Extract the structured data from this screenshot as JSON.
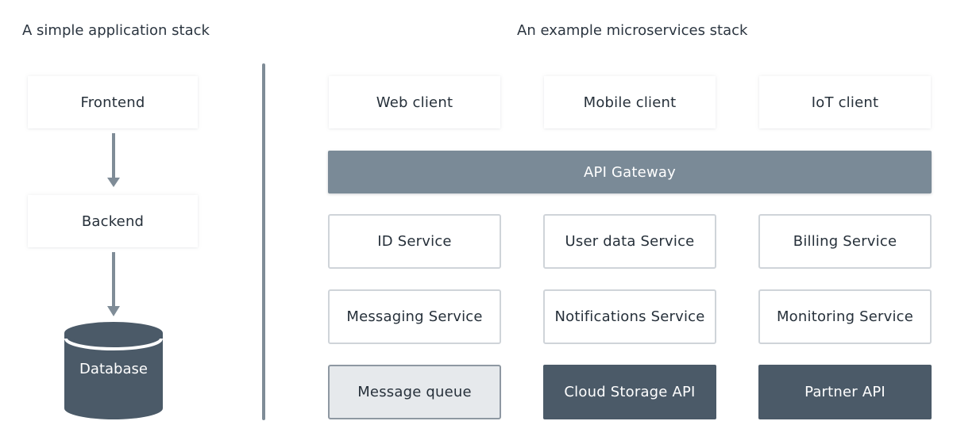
{
  "left": {
    "title": "A simple application stack",
    "frontend": "Frontend",
    "backend": "Backend",
    "database": "Database"
  },
  "right": {
    "title": "An example microservices stack",
    "clients": [
      "Web client",
      "Mobile client",
      "IoT client"
    ],
    "gateway": "API Gateway",
    "services_row1": [
      "ID Service",
      "User data Service",
      "Billing Service"
    ],
    "services_row2": [
      "Messaging Service",
      "Notifications Service",
      "Monitoring Service"
    ],
    "bottom": [
      "Message queue",
      "Cloud Storage API",
      "Partner API"
    ]
  },
  "colors": {
    "arrow": "#7f8c97",
    "gateway": "#7a8a97",
    "dark_box": "#4b5a68",
    "queue_fill": "#e6e9ec",
    "outline": "#cfd4d9"
  }
}
